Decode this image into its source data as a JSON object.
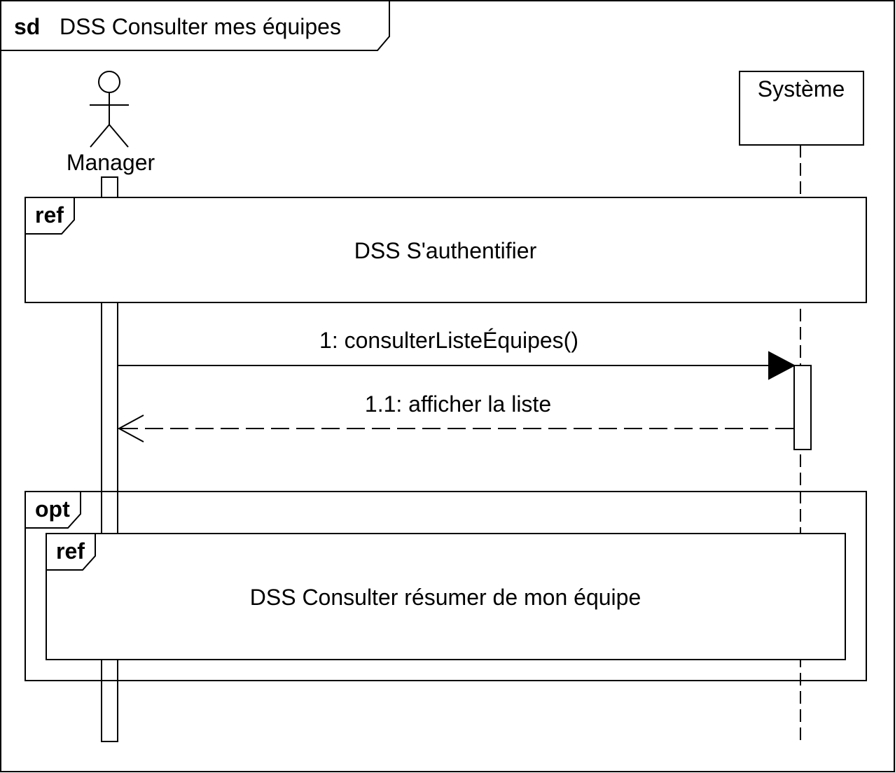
{
  "frame": {
    "keyword": "sd",
    "title": "DSS Consulter mes équipes"
  },
  "lifelines": {
    "actor": {
      "name": "Manager"
    },
    "system": {
      "name": "Système"
    }
  },
  "fragments": {
    "ref_auth": {
      "operator": "ref",
      "label": "DSS S'authentifier"
    },
    "opt": {
      "operator": "opt"
    },
    "ref_resume": {
      "operator": "ref",
      "label": "DSS Consulter résumer de mon équipe"
    }
  },
  "messages": {
    "call": {
      "label": "1: consulterListeÉquipes()"
    },
    "reply": {
      "label": "1.1: afficher la liste"
    }
  }
}
